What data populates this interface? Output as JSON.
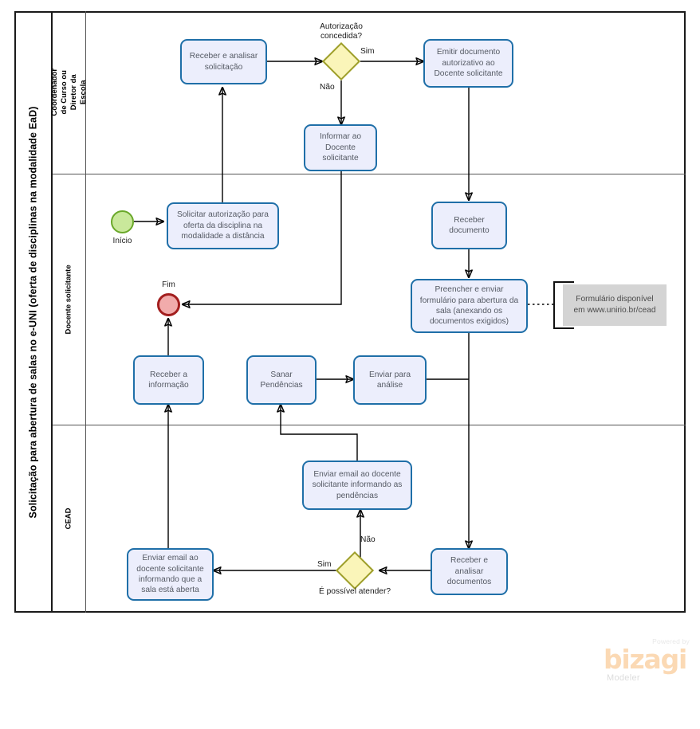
{
  "pool": {
    "title": "Solicitação para abertura de salas no e-UNI (oferta de disciplinas na modalidade EaD)",
    "lanes": [
      {
        "id": "coordenador",
        "label": "Coordenador de Curso ou Diretor da Escola"
      },
      {
        "id": "docente",
        "label": "Docente  solicitante"
      },
      {
        "id": "cead",
        "label": "CEAD"
      }
    ]
  },
  "events": {
    "start": {
      "label": "Início",
      "fill": "#C9E89B",
      "stroke": "#6aa82a"
    },
    "end": {
      "label": "Fim",
      "fill": "#F1ABAB",
      "stroke": "#A31F1F"
    }
  },
  "tasks": {
    "receber_analisar_solicitacao": "Receber  e analisar solicitação",
    "emitir_documento": "Emitir documento autorizativo ao Docente solicitante",
    "informar_docente": "Informar ao Docente solicitante",
    "solicitar_autorizacao": "Solicitar autorização para oferta da disciplina na modalidade a distância",
    "receber_documento": "Receber documento",
    "preencher_enviar_formulario": "Preencher e enviar formulário para abertura da sala (anexando os documentos exigidos)",
    "receber_informacao": "Receber a informação",
    "sanar_pendencias": "Sanar Pendências",
    "enviar_para_analise": "Enviar para análise",
    "enviar_email_pendencias": "Enviar email ao docente solicitante informando as pendências",
    "enviar_email_sala_aberta": "Enviar email ao docente solicitante informando que a sala está aberta",
    "receber_analisar_documentos": "Receber e analisar documentos"
  },
  "gateways": {
    "autorizacao": {
      "label": "Autorização concedida?",
      "fill": "#FAF5B9",
      "stroke": "#9d9e2a"
    },
    "atender": {
      "label": "É possível atender?",
      "fill": "#FAF5B9",
      "stroke": "#9d9e2a"
    }
  },
  "flow_labels": {
    "autorizacao_sim": "Sim",
    "autorizacao_nao": "Não",
    "atender_sim": "Sim",
    "atender_nao": "Não"
  },
  "annotation": {
    "text": "Formulário disponível em www.unirio.br/cead",
    "fill": "#d4d4d4"
  },
  "logo": {
    "powered_by": "Powered by",
    "brand": "bizagi",
    "product": "Modeler",
    "brand_color": "#fbd9b4"
  },
  "colors": {
    "task_fill": "#eceefc",
    "task_stroke": "#1F6FA8",
    "pool_stroke": "#1a1a1a",
    "lane_stroke": "#555555",
    "connector": "#000000"
  }
}
